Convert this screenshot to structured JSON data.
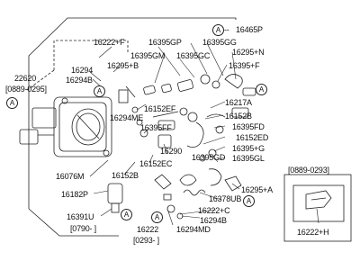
{
  "labels": {
    "p16465P": "16465P",
    "p16222F": "16222+F",
    "p16395GP": "16395GP",
    "p16395GG": "16395GG",
    "p16295N": "16295+N",
    "p16395GM": "16395GM",
    "p16395GC": "16395GC",
    "p16295B": "16295+B",
    "p22620": "22620",
    "d0889_0295": "[0889-0295]",
    "p16294": "16294",
    "p16294B_top": "16294B",
    "p16395F": "16395+F",
    "p16217A": "16217A",
    "p16294ME": "16294ME",
    "p16152EF": "16152EF",
    "p16152B_r": "16152B",
    "p16395FD": "16395FD",
    "p16395FF": "16395FF",
    "p16152ED": "16152ED",
    "p16290": "16290",
    "p16395G": "16395+G",
    "p16152EC": "16152EC",
    "p16395GD": "16395GD",
    "p16395GL": "16395GL",
    "p16076M": "16076M",
    "p16152B_b": "16152B",
    "p16378UB": "16378UB",
    "p16295A": "16295+A",
    "p16182P": "16182P",
    "p16222C": "16222+C",
    "p16391U": "16391U",
    "p16294B_b": "16294B",
    "d0790": "[0790-  ]",
    "p16222": "16222",
    "p16294MD": "16294MD",
    "d0293": "[0293-  ]",
    "d0889_0293": "[0889-0293]",
    "p16222H": "16222+H"
  },
  "callout": "A"
}
